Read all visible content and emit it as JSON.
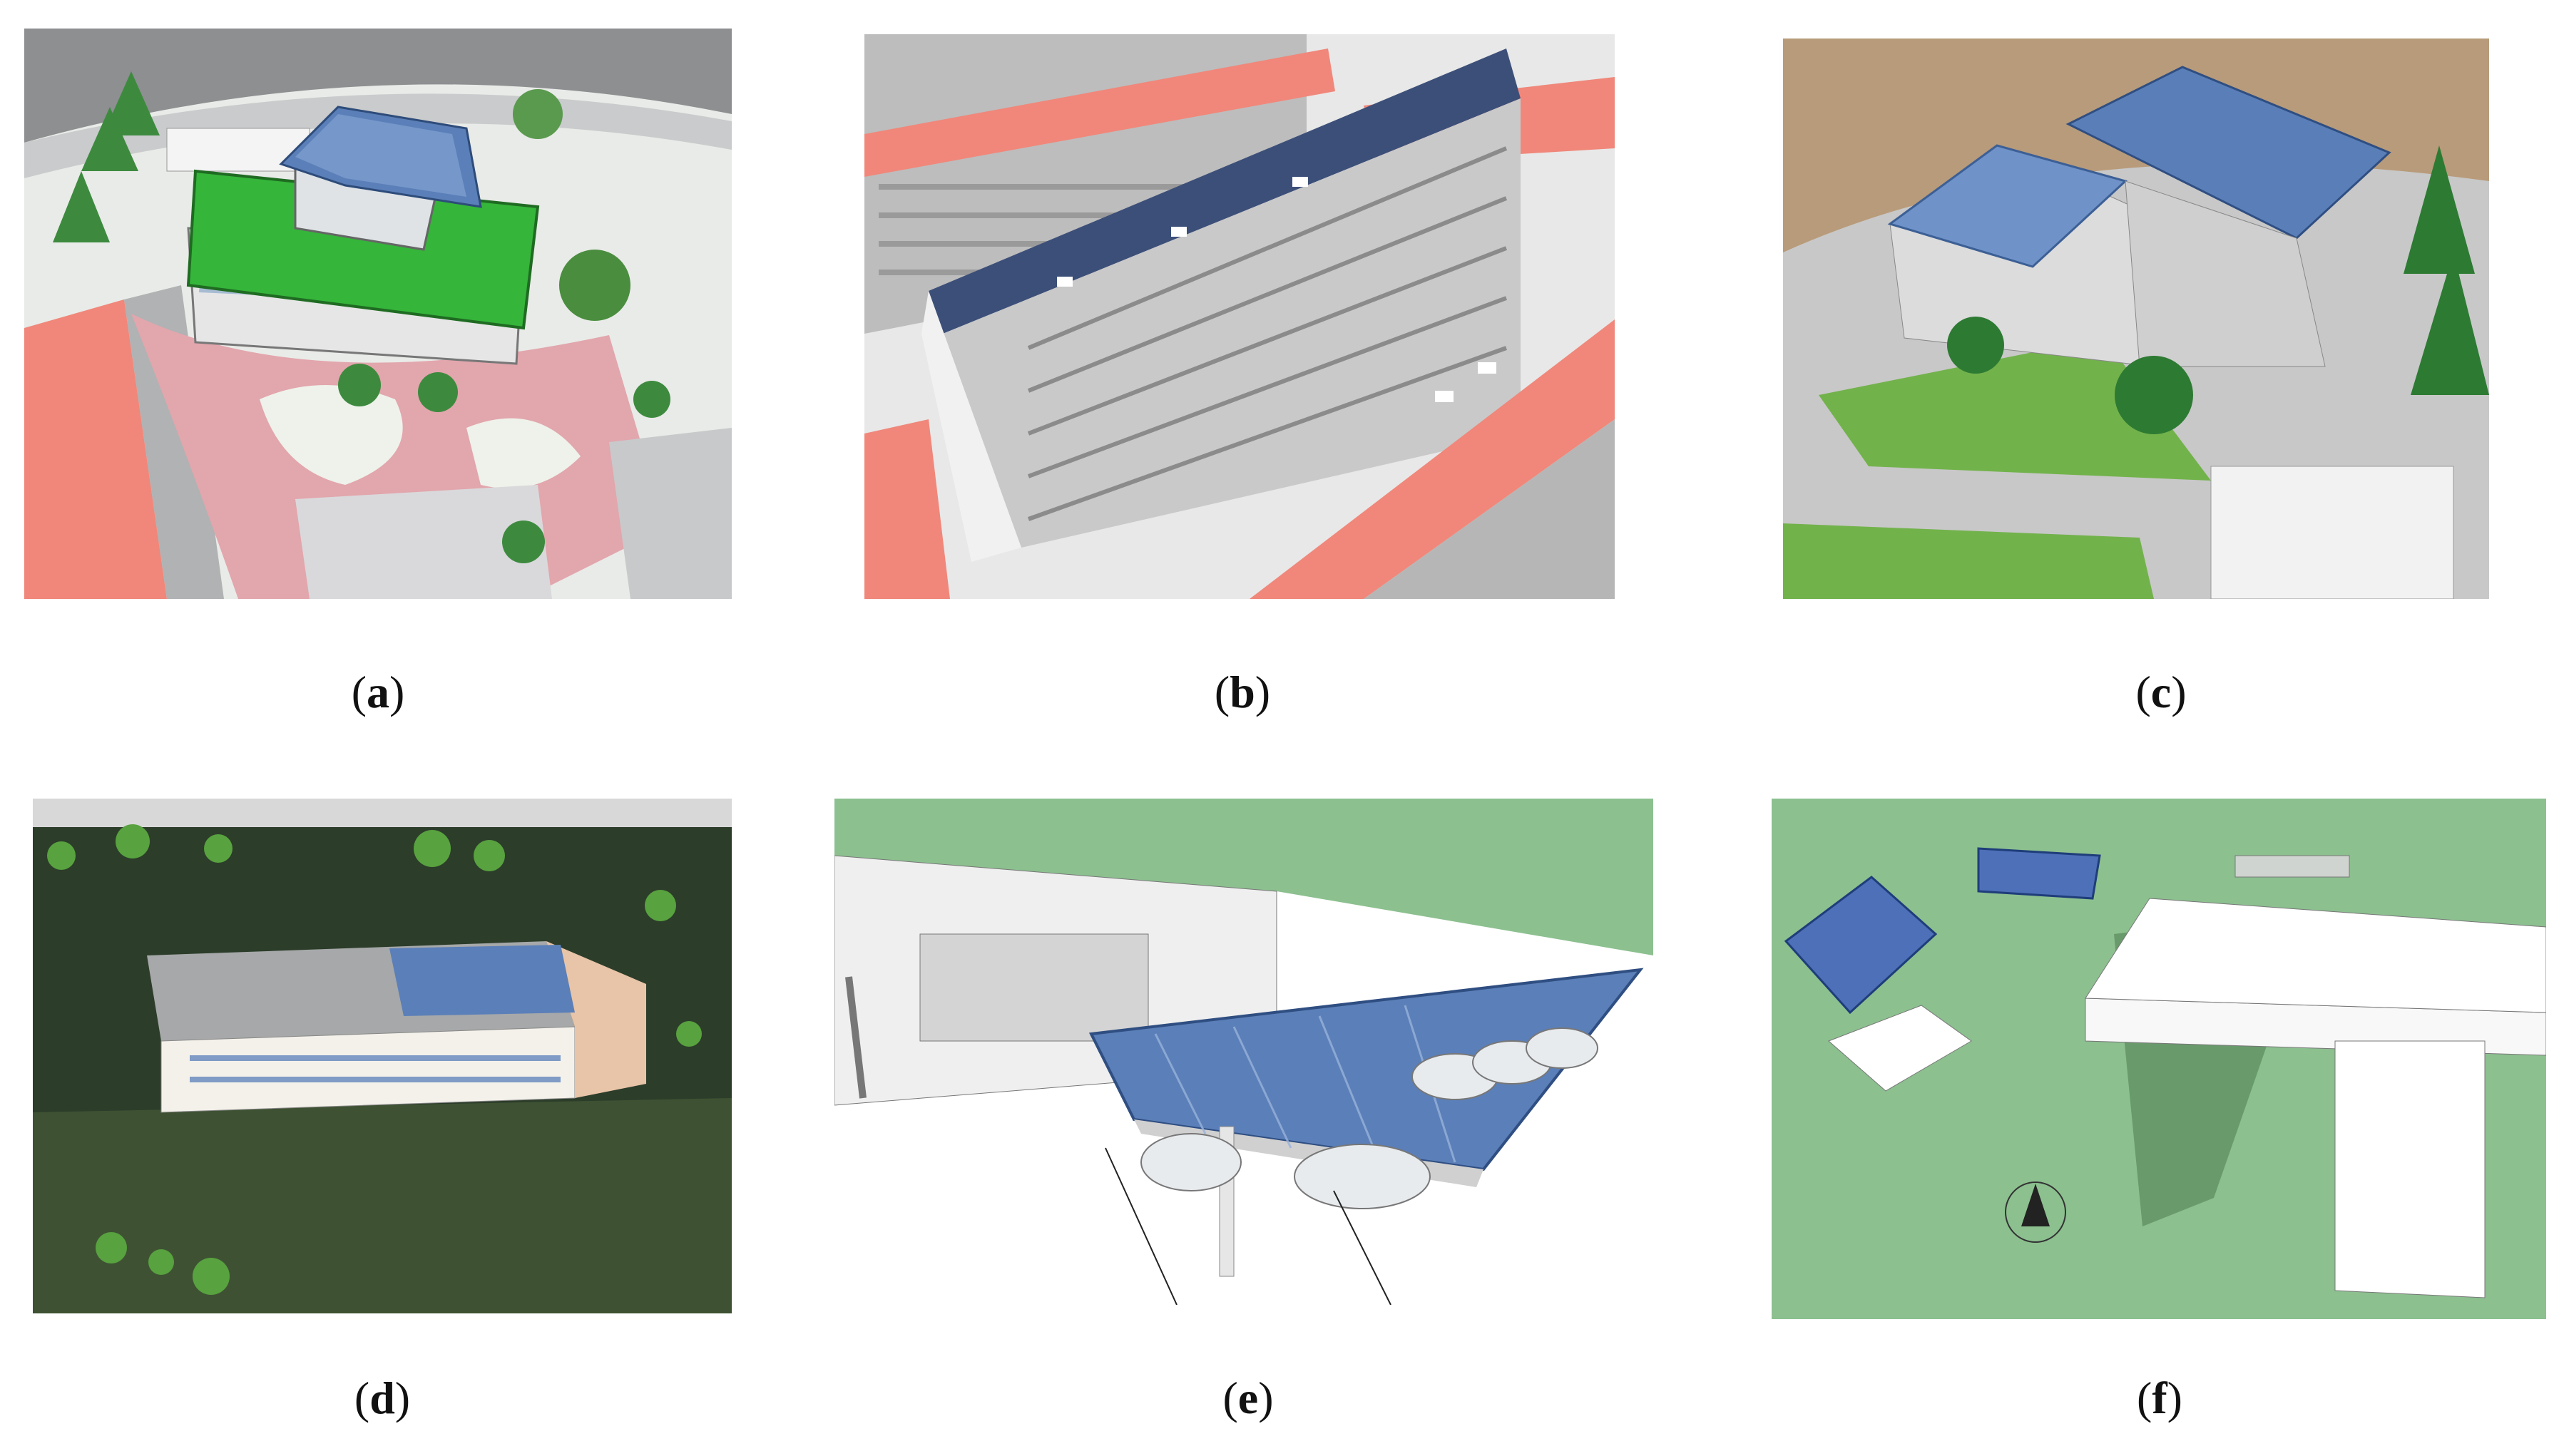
{
  "figure": {
    "panels": [
      {
        "id": "a",
        "label": "a"
      },
      {
        "id": "b",
        "label": "b"
      },
      {
        "id": "c",
        "label": "c"
      },
      {
        "id": "d",
        "label": "d"
      },
      {
        "id": "e",
        "label": "e"
      },
      {
        "id": "f",
        "label": "f"
      }
    ]
  },
  "colors": {
    "roof_pink": "#f0877a",
    "pv_blue": "#5b7fb8",
    "grass_green": "#3bb23b",
    "ground_green": "#8cc08f",
    "forest_dark": "#2c3d2a"
  }
}
